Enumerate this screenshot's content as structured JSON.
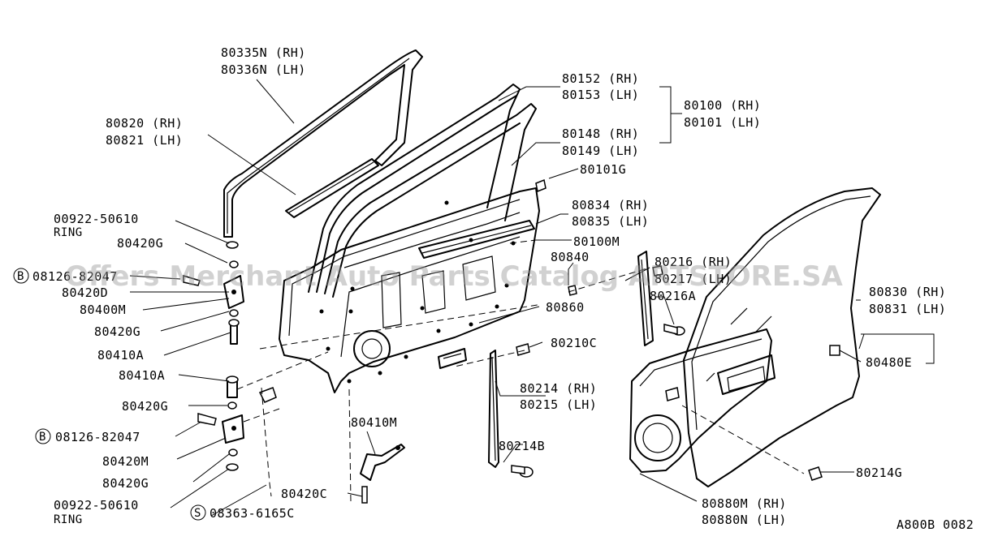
{
  "diagram_id": "A800B 0082",
  "watermark": "Offers Merchant Auto Parts Catalog ARTSTORE.SA",
  "labels": {
    "p80335N": "80335N (RH)",
    "p80336N": "80336N (LH)",
    "p80152": "80152 (RH)",
    "p80153": "80153 (LH)",
    "p80100": "80100 (RH)",
    "p80101": "80101 (LH)",
    "p80820": "80820 (RH)",
    "p80821": "80821 (LH)",
    "p80148": "80148 (RH)",
    "p80149": "80149 (LH)",
    "p80101G": "80101G",
    "p00922a": "00922-50610",
    "ringA": "RING",
    "p80420Ga": "80420G",
    "p08126a_letter": "B",
    "p08126a": "08126-82047",
    "p80420D": "80420D",
    "p80400M": "80400M",
    "p80420Gb": "80420G",
    "p80410Aa": "80410A",
    "p80834": "80834 (RH)",
    "p80835": "80835 (LH)",
    "p80100M": "80100M",
    "p80840": "80840",
    "p80216": "80216 (RH)",
    "p80217": "80217 (LH)",
    "p80216A": "80216A",
    "p80830": "80830 (RH)",
    "p80831": "80831 (LH)",
    "p80860": "80860",
    "p80210C": "80210C",
    "p80480E": "80480E",
    "p80410Ab": "80410A",
    "p80420Gc": "80420G",
    "p08126b_letter": "B",
    "p08126b": "08126-82047",
    "p80214": "80214 (RH)",
    "p80215": "80215 (LH)",
    "p80410M": "80410M",
    "p80214B": "80214B",
    "p80420M": "80420M",
    "p80420Gd": "80420G",
    "p80214G": "80214G",
    "p00922b": "00922-50610",
    "ringB": "RING",
    "p80420C": "80420C",
    "p08363_letter": "S",
    "p08363": "08363-6165C",
    "p80880M": "80880M (RH)",
    "p80880N": "80880N (LH)"
  }
}
